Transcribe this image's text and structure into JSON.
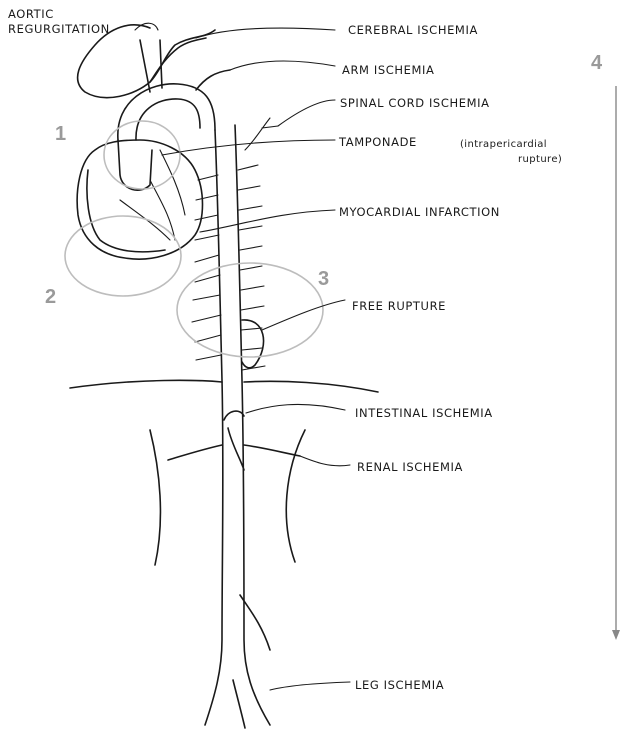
{
  "labels": {
    "aortic_regurgitation_line1": "AORTIC",
    "aortic_regurgitation_line2": "REGURGITATION",
    "cerebral_ischemia": "CEREBRAL ISCHEMIA",
    "arm_ischemia": "ARM ISCHEMIA",
    "spinal_cord_ischemia": "SPINAL CORD ISCHEMIA",
    "tamponade": "TAMPONADE",
    "tamponade_note_line1": "(intrapericardial",
    "tamponade_note_line2": "rupture)",
    "myocardial_infarction": "MYOCARDIAL INFARCTION",
    "free_rupture": "FREE RUPTURE",
    "intestinal_ischemia": "INTESTINAL ISCHEMIA",
    "renal_ischemia": "RENAL ISCHEMIA",
    "leg_ischemia": "LEG ISCHEMIA"
  },
  "zones": [
    {
      "number": "1"
    },
    {
      "number": "2"
    },
    {
      "number": "3"
    },
    {
      "number": "4"
    }
  ],
  "colors": {
    "ink": "#1a1a1a",
    "zone_marker": "#9a9a9a",
    "zone_outline": "#bdbdbd"
  }
}
